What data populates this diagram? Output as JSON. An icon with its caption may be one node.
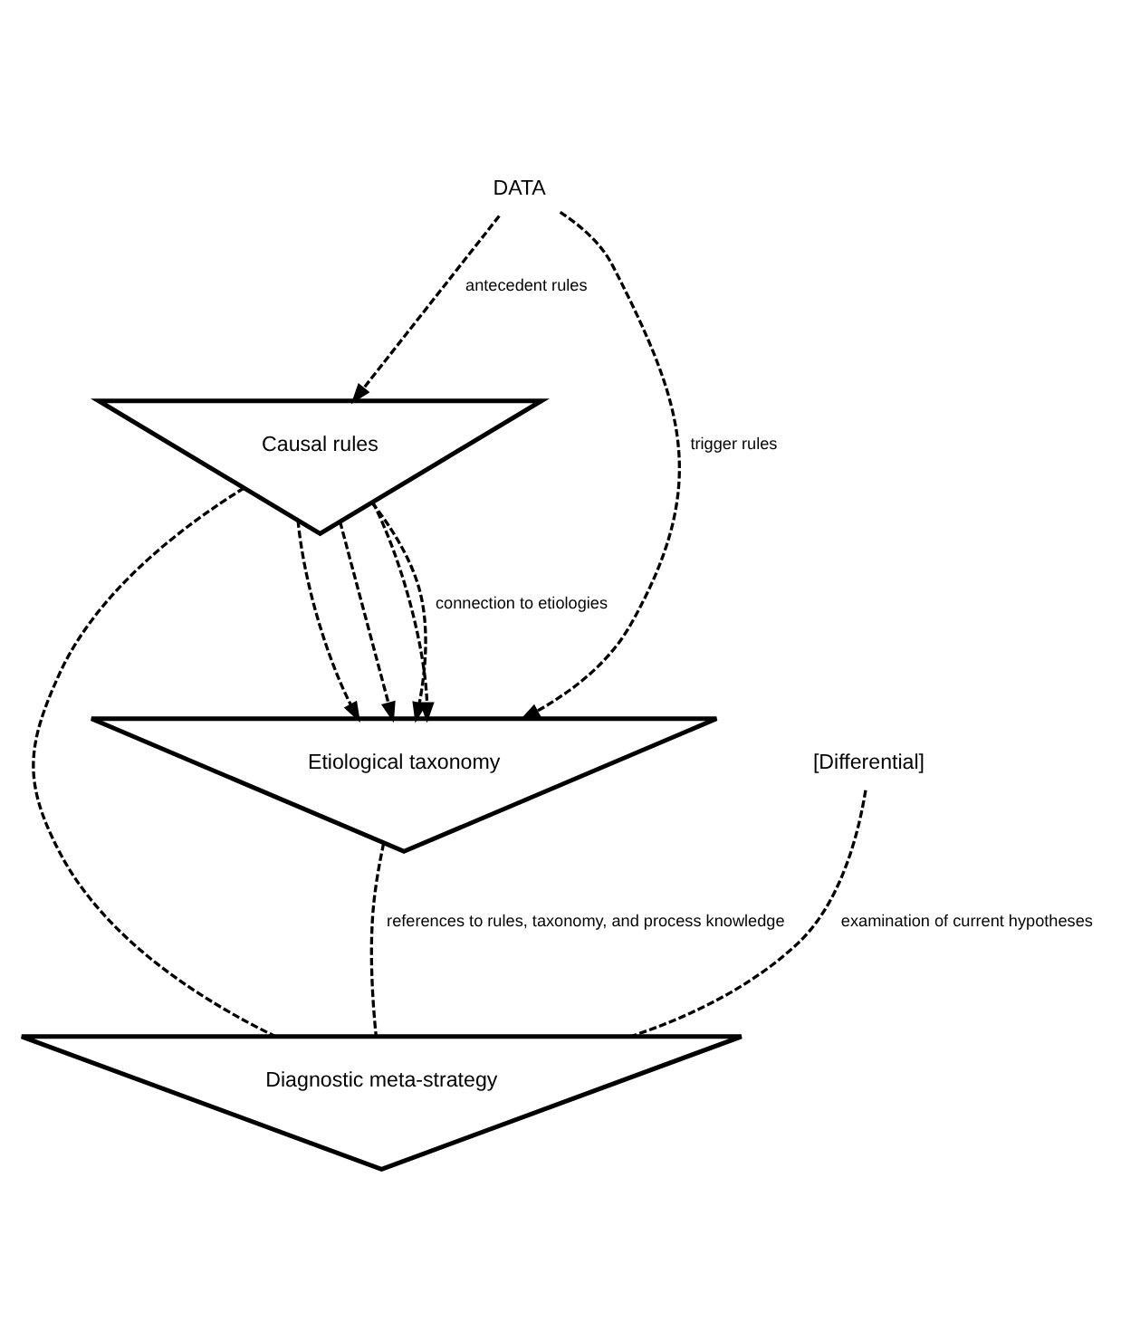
{
  "diagram": {
    "nodes": [
      {
        "text": [
          "DATA"
        ]
      },
      {
        "text": [
          "Causal rules"
        ]
      },
      {
        "text": [
          "Etiological taxonomy"
        ]
      },
      {
        "text": [
          "Diagnostic meta-strategy"
        ]
      },
      {
        "text": [
          "[Differential]"
        ]
      }
    ],
    "edges": [
      {
        "from": 0,
        "to": 1,
        "arrow": "to",
        "label": "antecedent rules",
        "style": "dashed"
      },
      {
        "from": 0,
        "to": 2,
        "arrow": "to",
        "label": "trigger rules",
        "style": "dashed"
      },
      {
        "from": 1,
        "to": 2,
        "arrow": "to",
        "label": "connection to etiologies",
        "style": "dashed"
      },
      {
        "from": 1,
        "to": 2,
        "arrow": "to",
        "style": "dashed"
      },
      {
        "from": 1,
        "to": 2,
        "arrow": "to",
        "style": "dashed"
      },
      {
        "from": 1,
        "to": 2,
        "arrow": "to",
        "style": "dashed"
      },
      {
        "from": 2,
        "to": 3,
        "arrow": "none",
        "label": "references to rules, taxonomy, and process knowledge",
        "style": "dashed"
      },
      {
        "from": 1,
        "to": 3,
        "arrow": "none",
        "style": "dashed"
      },
      {
        "from": 4,
        "to": 3,
        "arrow": "none",
        "label": "examination of current hypotheses",
        "style": "dashed"
      }
    ]
  }
}
